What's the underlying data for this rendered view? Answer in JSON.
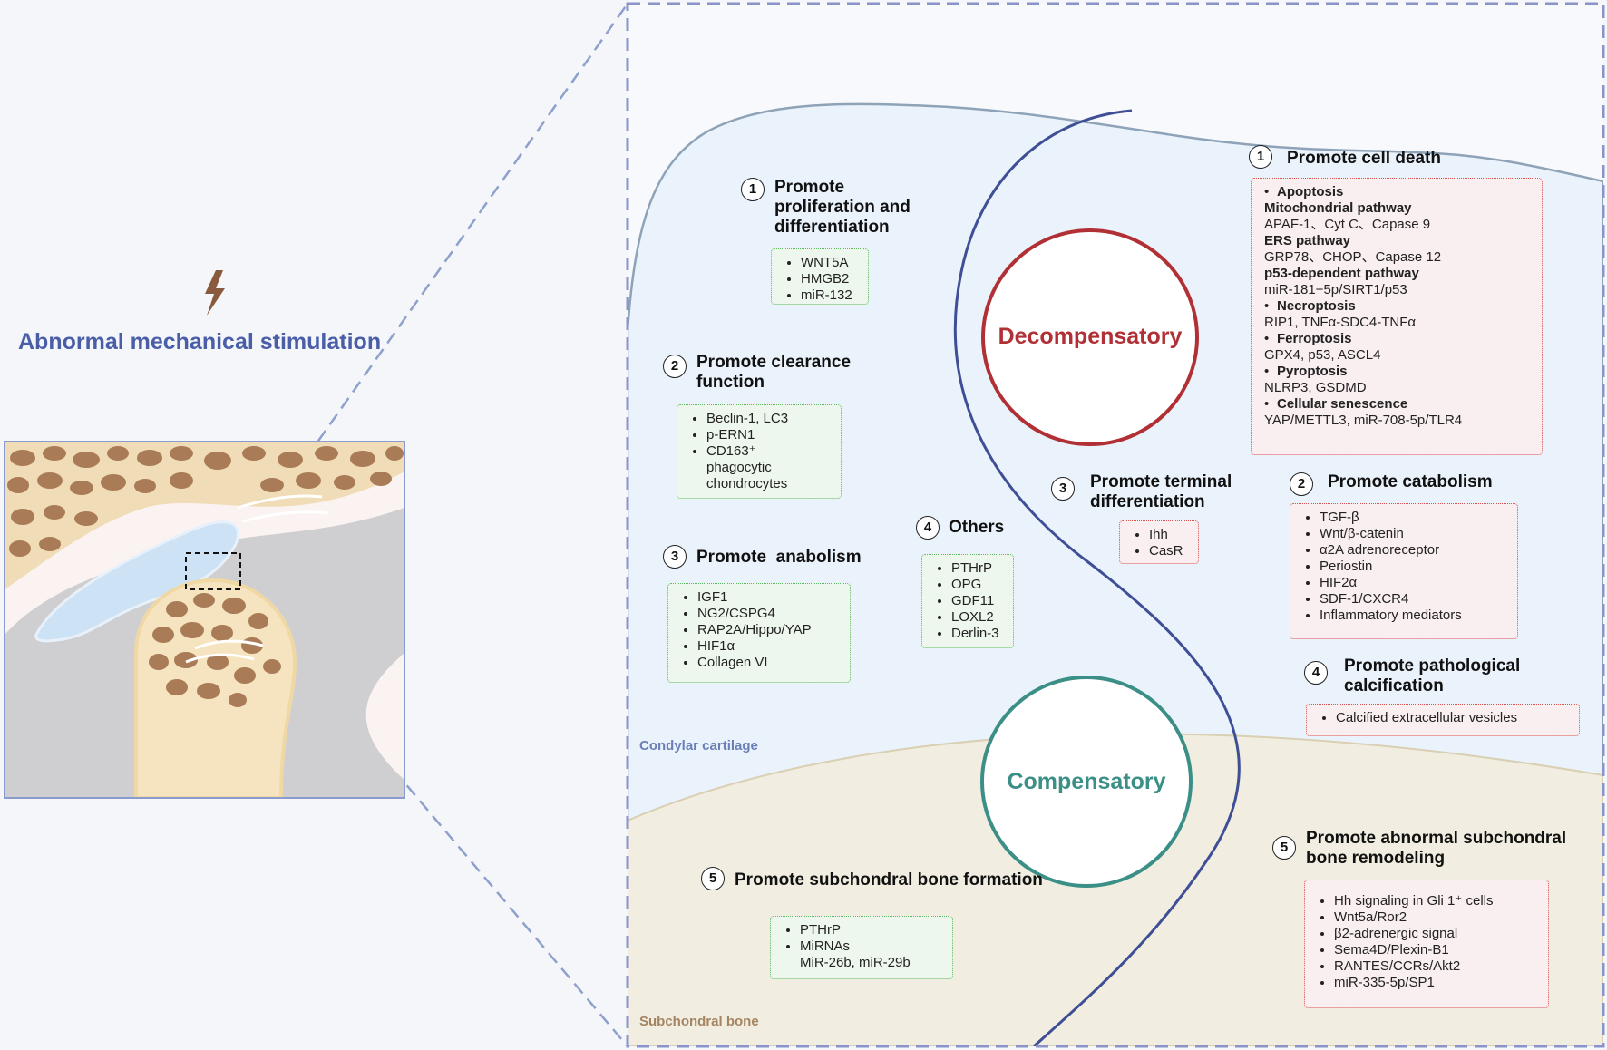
{
  "left": {
    "title": "Abnormal mechanical stimulation",
    "lightning_icon": "lightning-bolt-icon",
    "colors": {
      "title": "#4a5ea8",
      "bolt": "#8a5a3c"
    }
  },
  "regions": {
    "cartilage_label": "Condylar cartilage",
    "bone_label": "Subchondral bone"
  },
  "circles": {
    "decompensatory": "Decompensatory",
    "compensatory": "Compensatory",
    "colors": {
      "decompensatory": "#b03035",
      "compensatory": "#3b8f86"
    }
  },
  "compensatory_items": [
    {
      "num": "1",
      "title": "Promote proliferation and differentiation",
      "items": [
        "WNT5A",
        "HMGB2",
        "miR-132"
      ]
    },
    {
      "num": "2",
      "title": "Promote clearance function",
      "items": [
        "Beclin-1, LC3",
        "p-ERN1",
        "CD163⁺ phagocytic chondrocytes"
      ]
    },
    {
      "num": "3",
      "title": "Promote  anabolism",
      "items": [
        "IGF1",
        "NG2/CSPG4",
        "RAP2A/Hippo/YAP",
        "HIF1α",
        "Collagen VI"
      ]
    },
    {
      "num": "4",
      "title": "Others",
      "items": [
        "PTHrP",
        "OPG",
        "GDF11",
        "LOXL2",
        "Derlin-3"
      ]
    },
    {
      "num": "5",
      "title": "Promote subchondral bone formation",
      "items": [
        "PTHrP",
        "MiRNAs"
      ],
      "extra": "MiR-26b, miR-29b"
    }
  ],
  "decompensatory_items": {
    "cell_death": {
      "num": "1",
      "title": "Promote cell death",
      "apoptosis": "Apoptosis",
      "mito": "Mitochondrial pathway",
      "mito_val": "APAF-1、Cyt C、Capase 9",
      "ers": "ERS pathway",
      "ers_val": "GRP78、CHOP、Capase 12",
      "p53": "p53-dependent pathway",
      "p53_val": "miR-181−5p/SIRT1/p53",
      "necroptosis": "Necroptosis",
      "necroptosis_val": "RIP1, TNFα-SDC4-TNFα",
      "ferroptosis": "Ferroptosis",
      "ferroptosis_val": "GPX4, p53, ASCL4",
      "pyroptosis": "Pyroptosis",
      "pyroptosis_val": "NLRP3, GSDMD",
      "senescence": "Cellular senescence",
      "senescence_val": "YAP/METTL3,  miR-708-5p/TLR4"
    },
    "catabolism": {
      "num": "2",
      "title": "Promote catabolism",
      "items": [
        "TGF-β",
        "Wnt/β-catenin",
        "α2A adrenoreceptor",
        "Periostin",
        "HIF2α",
        "SDF-1/CXCR4",
        "Inflammatory mediators"
      ]
    },
    "terminal": {
      "num": "3",
      "title": "Promote terminal differentiation",
      "items": [
        "Ihh",
        "CasR"
      ]
    },
    "calcification": {
      "num": "4",
      "title": "Promote pathological calcification",
      "items": [
        "Calcified extracellular vesicles"
      ]
    },
    "remodeling": {
      "num": "5",
      "title": "Promote abnormal subchondral bone remodeling",
      "items": [
        "Hh signaling in Gli 1⁺ cells",
        "Wnt5a/Ror2",
        "β2-adrenergic signal",
        "Sema4D/Plexin-B1",
        "RANTES/CCRs/Akt2",
        "miR-335-5p/SP1"
      ]
    }
  }
}
